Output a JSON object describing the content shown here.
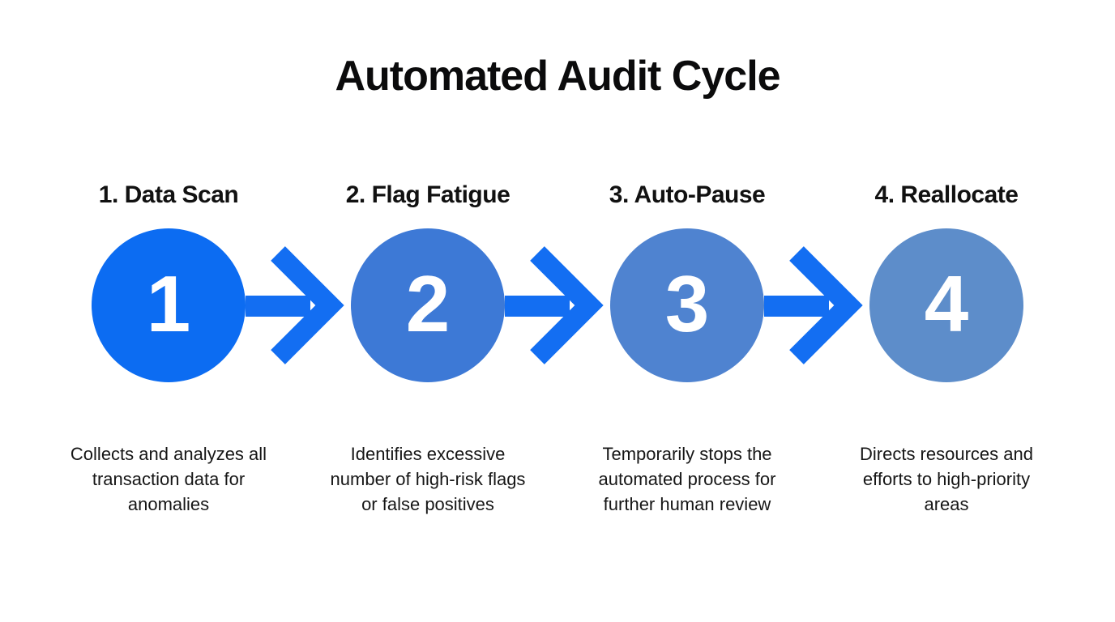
{
  "title": "Automated Audit Cycle",
  "colors": {
    "background": "#ffffff",
    "arrow": "#136ef2",
    "title_text": "#0b0b0c",
    "heading_text": "#111111",
    "description_text": "#161616",
    "number_text": "#ffffff"
  },
  "steps": [
    {
      "heading": "1. Data Scan",
      "number": "1",
      "circle_color": "#0c6cf2",
      "description": "Collects and analyzes all transaction data for anomalies"
    },
    {
      "heading": "2. Flag Fatigue",
      "number": "2",
      "circle_color": "#3d79d6",
      "description": "Identifies excessive number of high-risk flags or false positives"
    },
    {
      "heading": "3. Auto-Pause",
      "number": "3",
      "circle_color": "#4f83d0",
      "description": "Temporarily stops the automated process for further human review"
    },
    {
      "heading": "4. Reallocate",
      "number": "4",
      "circle_color": "#5d8dca",
      "description": "Directs resources and efforts to high-priority areas"
    }
  ]
}
